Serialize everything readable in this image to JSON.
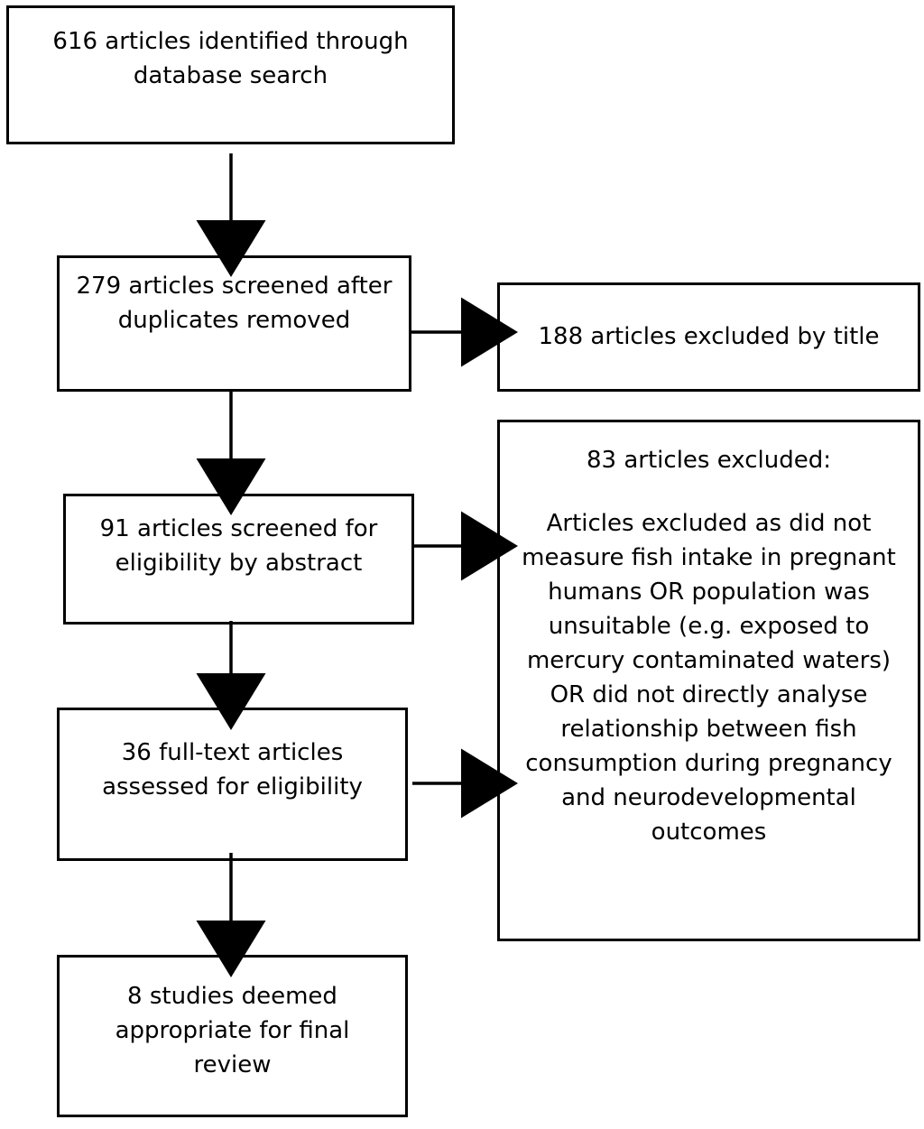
{
  "flow": {
    "identified": {
      "lines": [
        "616 articles identified through",
        "database search"
      ]
    },
    "screened": {
      "lines": [
        "279 articles screened after",
        "duplicates removed"
      ]
    },
    "excluded_title": {
      "lines": [
        "188 articles excluded by title"
      ]
    },
    "abstract": {
      "lines": [
        "91 articles screened for",
        "eligibility by abstract"
      ]
    },
    "excluded_detail": {
      "heading": "83 articles excluded:",
      "lines": [
        "Articles excluded as did not",
        "measure fish intake in pregnant",
        "humans OR population was",
        "unsuitable (e.g. exposed to",
        "mercury contaminated waters)",
        "OR did not directly analyse",
        "relationship between fish",
        "consumption during pregnancy",
        "and neurodevelopmental",
        "outcomes"
      ]
    },
    "fulltext": {
      "lines": [
        "36 full-text articles",
        "assessed for eligibility"
      ]
    },
    "final": {
      "lines": [
        "8 studies deemed",
        "appropriate for final",
        "review"
      ]
    }
  },
  "colors": {
    "stroke": "#000000",
    "background": "#ffffff"
  }
}
